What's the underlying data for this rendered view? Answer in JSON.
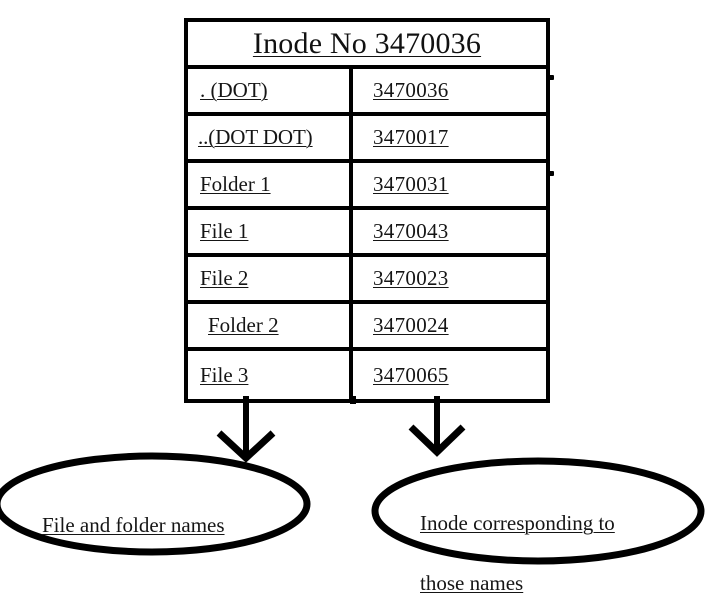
{
  "diagram": {
    "title": "Inode No 3470036",
    "table": {
      "columns": [
        "name",
        "inode"
      ],
      "rows": [
        {
          "name": ". (DOT)",
          "inode": "3470036"
        },
        {
          "name": "..(DOT DOT)",
          "inode": "3470017"
        },
        {
          "name": "Folder 1",
          "inode": "3470031"
        },
        {
          "name": "File 1",
          "inode": "3470043"
        },
        {
          "name": "File 2",
          "inode": "3470023"
        },
        {
          "name": " Folder 2",
          "inode": "3470024"
        },
        {
          "name": "File 3",
          "inode": "3470065"
        }
      ]
    },
    "callouts": {
      "left": "File and folder names",
      "right_line1": "Inode corresponding to",
      "right_line2": "those names"
    },
    "colors": {
      "ink": "#000000",
      "background": "#ffffff",
      "text": "#151515"
    }
  }
}
